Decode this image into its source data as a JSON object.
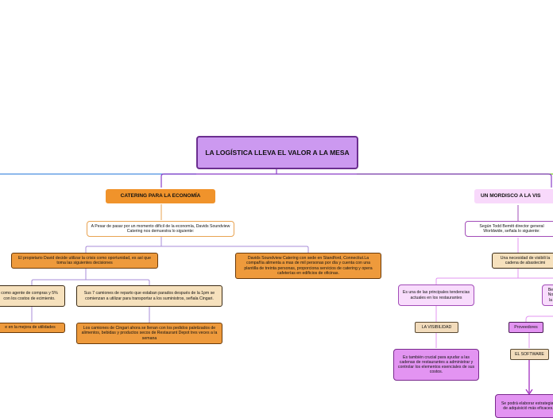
{
  "root": {
    "label": "LA LOGÍSTICA LLEVA EL VALOR A LA MESA"
  },
  "left": {
    "title": "CATERING PARA LA ECONOMÍA",
    "intro": "A Pesar de pasar por un momento difícil de la economía, Davids Soundview Catering nos demuestra lo siguiente:",
    "owner": "El propietario David decide utilizar la crisis como oportunidad, es así que toma las siguientes decisiones",
    "company": "Davids Soundview Catering con sede en Standford, Connectiut.La compañía alimenta a mas de mil personas por día y cuenta con una plantilla de treinta personas, proporciona servicios de catering y opera cafeterías en edificios de oficinas.",
    "agent": "como agente de compras y 5% con los costos de ecimiento.",
    "trucks": "Sus 7 camiones de reparto que estaban parados después de la 1pm se comienzan a utilizar para transportar a los suministros, señala Cingari.",
    "profits": "e en la mejora de utilidades",
    "cingari_trucks": "Los camiones de Cingari ahora se llenan con los pedidos paletizados de alimentos, bebidas y productos secos de Restaurant Depot tres veces a la semana"
  },
  "right": {
    "title": "UN MORDISCO A LA VIS",
    "quote": "Según Todd Bemitt director general Worldwide, señala lo siguiente:",
    "need": "Una necesidad de visibili la cadena de abastecimi",
    "trend": "Es una de las principales tendencias actuales en los restaurantes",
    "be": "Be No la",
    "visibility": "LA VISIBILIDAD",
    "crucial": "Es también crucial para ayudar a las cadenas de restaurantes a administrar y controlar los elementos esenciales de sus costos.",
    "suppliers": "Proveedores",
    "software": "EL SOFTWARE",
    "strategies": "Se podrá elaborar estrategias de adquisició más eficaces."
  }
}
